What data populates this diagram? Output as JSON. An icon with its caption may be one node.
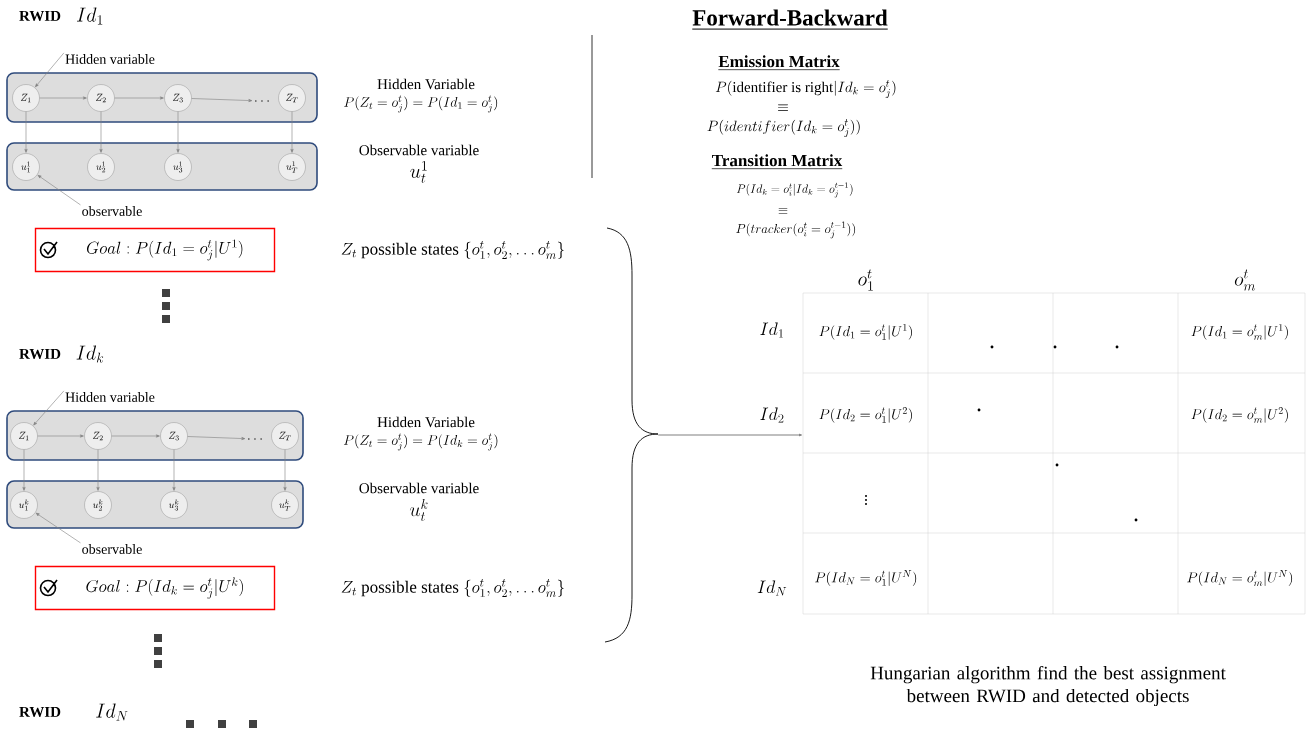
{
  "diagram": {
    "title": "Forward-Backward",
    "caption": "Hungarian algorithm find the best assignment between RWID and detected objects",
    "nodes": [
      {
        "text": [],
        "shape": "box"
      },
      {
        "text": [
          "Z_1"
        ],
        "in": 0
      },
      {
        "text": [
          "Z_2"
        ],
        "in": 0
      },
      {
        "text": [
          "Z_3"
        ],
        "in": 0
      },
      {
        "text": [
          "Z_T"
        ],
        "in": 0
      },
      {
        "text": [],
        "shape": "box"
      },
      {
        "text": [
          "u_1^1"
        ],
        "in": 5
      },
      {
        "text": [
          "u_2^1"
        ],
        "in": 5
      },
      {
        "text": [
          "u_3^1"
        ],
        "in": 5
      },
      {
        "text": [
          "u_T^1"
        ],
        "in": 5
      },
      {
        "text": [
          "Hidden variable"
        ]
      },
      {
        "text": [
          "observable"
        ]
      },
      {
        "text": [
          "Goal : P(Id_1 = o_j^t|U^1)"
        ]
      },
      {
        "text": [],
        "shape": "box"
      },
      {
        "text": [
          "Z_1"
        ],
        "in": 13
      },
      {
        "text": [
          "Z_2"
        ],
        "in": 13
      },
      {
        "text": [
          "Z_3"
        ],
        "in": 13
      },
      {
        "text": [
          "Z_T"
        ],
        "in": 13
      },
      {
        "text": [],
        "shape": "box"
      },
      {
        "text": [
          "u_1^k"
        ],
        "in": 18
      },
      {
        "text": [
          "u_2^k"
        ],
        "in": 18
      },
      {
        "text": [
          "u_3^k"
        ],
        "in": 18
      },
      {
        "text": [
          "u_T^k"
        ],
        "in": 18
      },
      {
        "text": [
          "Hidden variable"
        ]
      },
      {
        "text": [
          "observable"
        ]
      },
      {
        "text": [
          "Goal : P(Id_k = o_j^t|U^k)"
        ]
      },
      {
        "text": [],
        "shape": "box"
      },
      {
        "text": [
          "\\ldots"
        ],
        "in": 0
      },
      {
        "text": [
          "\\ldots"
        ],
        "in": 13
      },
      {
        "text": [],
        "shape": "brace"
      }
    ],
    "edges": [
      {
        "from": 1,
        "to": 2,
        "arrow": "to"
      },
      {
        "from": 2,
        "to": 3,
        "arrow": "to"
      },
      {
        "from": 3,
        "to": 27,
        "arrow": "to"
      },
      {
        "from": 1,
        "to": 6,
        "arrow": "to"
      },
      {
        "from": 2,
        "to": 7,
        "arrow": "to"
      },
      {
        "from": 3,
        "to": 8,
        "arrow": "to"
      },
      {
        "from": 4,
        "to": 9,
        "arrow": "to"
      },
      {
        "from": 10,
        "to": 1,
        "arrow": "to"
      },
      {
        "from": 11,
        "to": 6,
        "arrow": "to"
      },
      {
        "from": 14,
        "to": 15,
        "arrow": "to"
      },
      {
        "from": 15,
        "to": 16,
        "arrow": "to"
      },
      {
        "from": 16,
        "to": 28,
        "arrow": "to"
      },
      {
        "from": 14,
        "to": 19,
        "arrow": "to"
      },
      {
        "from": 15,
        "to": 20,
        "arrow": "to"
      },
      {
        "from": 16,
        "to": 21,
        "arrow": "to"
      },
      {
        "from": 17,
        "to": 22,
        "arrow": "to"
      },
      {
        "from": 23,
        "to": 14,
        "arrow": "to"
      },
      {
        "from": 24,
        "to": 19,
        "arrow": "to"
      },
      {
        "from": 29,
        "to": 26,
        "arrow": "to"
      }
    ],
    "labels": [
      "RWID",
      "Id_1",
      "Hidden Variable",
      "P(Z_t = o_j^t) = P(Id_1 = o_j^t)",
      "Observable variable",
      "u_t^1",
      "Z_t \\text{ possible states } \\{o_1^t, o_2^t, \\ldots o_m^t\\}",
      "RWID",
      "Id_k",
      "Hidden Variable",
      "P(Z_t = o_j^t) = P(Id_k = o_j^t)",
      "Observable variable",
      "u_t^k",
      "Z_t \\text{ possible states } \\{o_1^t, o_2^t, \\ldots o_m^t\\}",
      "RWID",
      "Id_N",
      "Emission Matrix",
      "P(\\text{identifier is right}|Id_k = o_j^t)",
      "\\equiv",
      "P(identifier(Id_k = o_j^t))",
      "Transition Matrix",
      "P(Id_k = o_i^t|Id_k = o_j^{t-1})",
      "\\equiv",
      "P(tracker(o_i^t = o_j^{t-1}))",
      "o_1^t",
      "o_m^t",
      "Id_1",
      "P(Id_1 = o_1^t|U^1)",
      "P(Id_1 = o_m^t|U^1)",
      "Id_2",
      "P(Id_2 = o_1^t|U^2)",
      "P(Id_2 = o_m^t|U^2)",
      "\\vdots",
      "Id_N",
      "P(Id_N = o_1^t|U^N)",
      "P(Id_N = o_m^t|U^N)"
    ]
  }
}
